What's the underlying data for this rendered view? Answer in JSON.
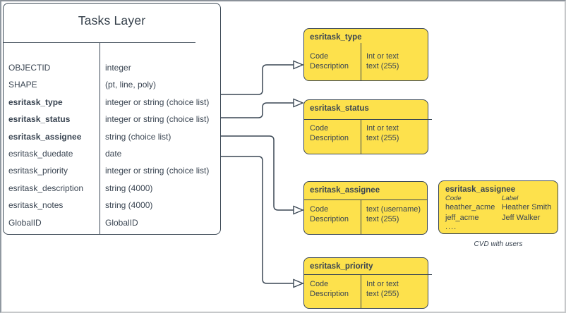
{
  "colors": {
    "box_fill_yellow": "#FDE14C",
    "stroke_dark": "#3A4754",
    "text_dark": "#3A4552"
  },
  "tasks_table": {
    "title": "Tasks Layer",
    "rows": [
      {
        "field": "OBJECTID",
        "type": "integer"
      },
      {
        "field": "SHAPE",
        "type": "(pt, line, poly)"
      },
      {
        "field": "esritask_type",
        "type": "integer or string (choice list)"
      },
      {
        "field": "esritask_status",
        "type": "integer or string (choice list)"
      },
      {
        "field": "esritask_assignee",
        "type": "string (choice list)"
      },
      {
        "field": "esritask_duedate",
        "type": "date"
      },
      {
        "field": "esritask_priority",
        "type": "integer or string (choice list)"
      },
      {
        "field": "esritask_description",
        "type": "string (4000)"
      },
      {
        "field": "esritask_notes",
        "type": "string (4000)"
      },
      {
        "field": "GlobalID",
        "type": "GlobalID"
      }
    ]
  },
  "choice_boxes": [
    {
      "title": "esritask_type",
      "left": [
        "Code",
        "Description"
      ],
      "right": [
        "Int or text",
        "text (255)"
      ]
    },
    {
      "title": "esritask_status",
      "left": [
        "Code",
        "Description"
      ],
      "right": [
        "Int or text",
        "text (255)"
      ]
    },
    {
      "title": "esritask_assignee",
      "left": [
        "Code",
        "Description"
      ],
      "right": [
        "text  (username)",
        "text (255)"
      ]
    },
    {
      "title": "esritask_priority",
      "left": [
        "Code",
        "Description"
      ],
      "right": [
        "Int or text",
        "text (255)"
      ]
    }
  ],
  "cvd_box": {
    "title": "esritask_assignee",
    "col_headers": [
      "Code",
      "Label"
    ],
    "rows": [
      {
        "code": "heather_acme",
        "label": "Heather Smith"
      },
      {
        "code": "jeff_acme",
        "label": "Jeff Walker"
      }
    ],
    "ellipsis": "....",
    "caption": "CVD with users"
  }
}
